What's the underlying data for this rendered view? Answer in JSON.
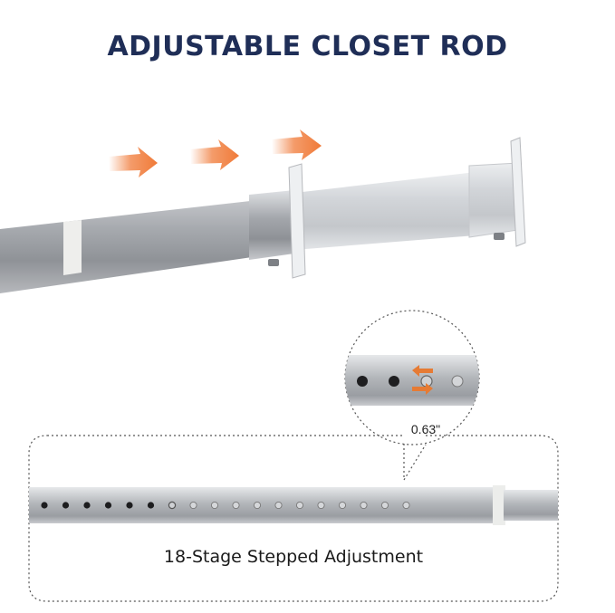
{
  "title": "ADJUSTABLE CLOSET ROD",
  "zoom_label": "0.63\"",
  "caption": "18-Stage Stepped Adjustment",
  "colors": {
    "title": "#1f2e57",
    "arrow": "#f07a38",
    "rod_dark": "#8d9095",
    "rod_light": "#d9dbde",
    "cap": "#e9eaec",
    "dashed_border": "#555555"
  },
  "icons": [
    "right-arrow-icon",
    "double-arrow-icon"
  ]
}
